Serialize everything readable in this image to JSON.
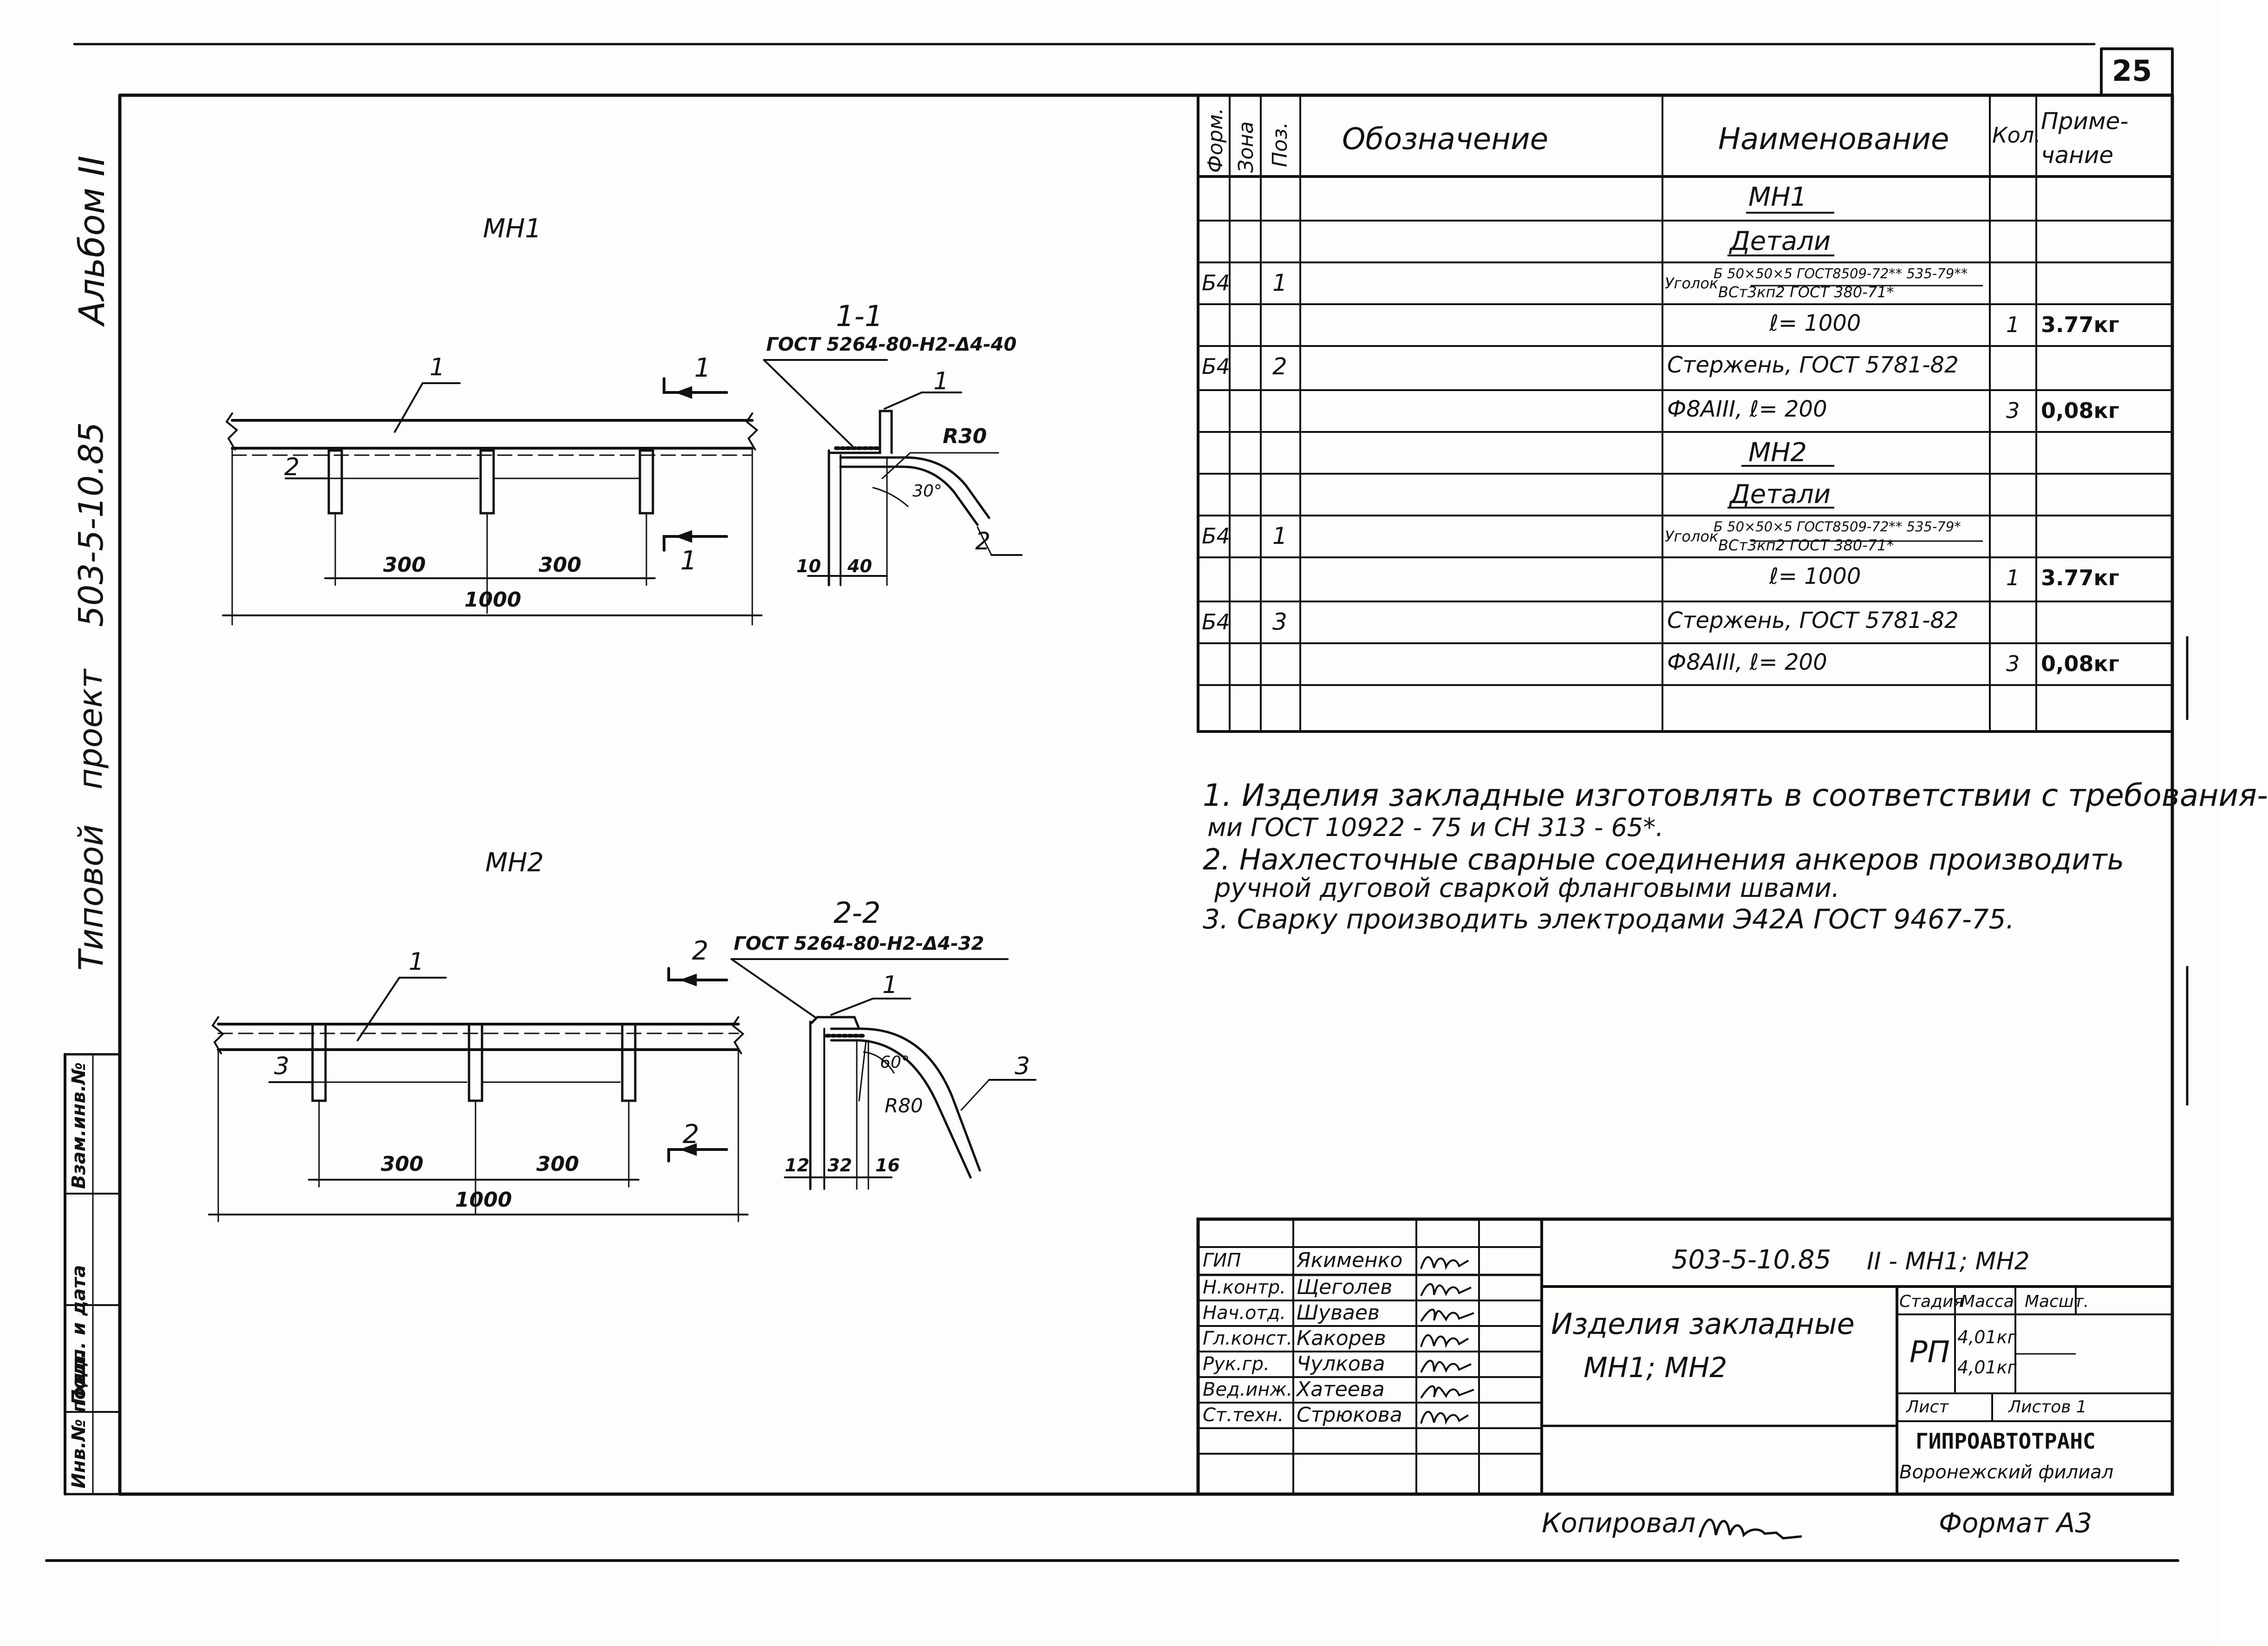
{
  "sheet_number": "25",
  "side": {
    "album": "Альбом II",
    "code": "503-5-10.85",
    "project_type": "Типовой",
    "project_word": "проект"
  },
  "stamp_column": {
    "inv": "Инв.№ подл.",
    "sign_date": "Подп. и дата",
    "replace": "Взам.инв.№"
  },
  "spec": {
    "headers": {
      "format": "Форм.",
      "zone": "Зона",
      "pos": "Поз.",
      "designation": "Обозначение",
      "name": "Наименование",
      "qty": "Кол.",
      "note": "Приме- чание"
    },
    "rows": [
      {
        "format": "",
        "pos": "",
        "name": "МН1",
        "qty": "",
        "note": ""
      },
      {
        "format": "",
        "pos": "",
        "name": "Детали",
        "qty": "",
        "note": ""
      },
      {
        "format": "Б4",
        "pos": "1",
        "name_prefix": "Уголок",
        "name_top": "Б 50×50×5 ГОСТ8509-72** 535-79**",
        "name_bottom": "ВСт3кп2 ГОСТ 380-71*",
        "qty": "",
        "note": ""
      },
      {
        "format": "",
        "pos": "",
        "name": "ℓ= 1000",
        "qty": "1",
        "note": "3.77кг"
      },
      {
        "format": "Б4",
        "pos": "2",
        "name": "Стержень, ГОСТ 5781-82",
        "qty": "",
        "note": ""
      },
      {
        "format": "",
        "pos": "",
        "name": "Ф8АIII, ℓ= 200",
        "qty": "3",
        "note": "0,08кг"
      },
      {
        "format": "",
        "pos": "",
        "name": "МН2",
        "qty": "",
        "note": ""
      },
      {
        "format": "",
        "pos": "",
        "name": "Детали",
        "qty": "",
        "note": ""
      },
      {
        "format": "Б4",
        "pos": "1",
        "name_prefix": "Уголок",
        "name_top": "Б 50×50×5 ГОСТ8509-72** 535-79*",
        "name_bottom": "ВСт3кп2 ГОСТ 380-71*",
        "qty": "",
        "note": ""
      },
      {
        "format": "",
        "pos": "",
        "name": "ℓ= 1000",
        "qty": "1",
        "note": "3.77кг"
      },
      {
        "format": "Б4",
        "pos": "3",
        "name": "Стержень, ГОСТ 5781-82",
        "qty": "",
        "note": ""
      },
      {
        "format": "",
        "pos": "",
        "name": "Ф8АIII, ℓ= 200",
        "qty": "3",
        "note": "0,08кг"
      }
    ]
  },
  "notes": [
    "1. Изделия закладные изготовлять в соответствии с требования-",
    "ми ГОСТ 10922 - 75 и СН 313 - 65*.",
    "2. Нахлесточные сварные соединения анкеров производить",
    "ручной дуговой сваркой фланговыми швами.",
    "3. Сварку производить электродами Э42А ГОСТ 9467-75."
  ],
  "mn1": {
    "title": "МН1",
    "pos_1": "1",
    "pos_2": "2",
    "dim_300a": "300",
    "dim_300b": "300",
    "dim_1000": "1000",
    "cut_mark": "1",
    "section_title": "1-1",
    "weld_spec": "ГОСТ 5264-80-Н2-Δ4-40",
    "sec_pos_1": "1",
    "sec_pos_2": "2",
    "radius": "R30",
    "angle": "30°",
    "dim_10": "10",
    "dim_40": "40"
  },
  "mn2": {
    "title": "МН2",
    "pos_1": "1",
    "pos_3": "3",
    "dim_300a": "300",
    "dim_300b": "300",
    "dim_1000": "1000",
    "cut_mark": "2",
    "section_title": "2-2",
    "weld_spec": "ГОСТ 5264-80-Н2-Δ4-32",
    "sec_pos_1": "1",
    "sec_pos_3": "3",
    "radius": "R80",
    "angle": "60°",
    "dim_12": "12",
    "dim_32": "32",
    "dim_16": "16"
  },
  "title_block": {
    "roles": [
      {
        "role": "ГИП",
        "name": "Якименко"
      },
      {
        "role": "Н.контр.",
        "name": "Щеголев"
      },
      {
        "role": "Нач.отд.",
        "name": "Шуваев"
      },
      {
        "role": "Гл.конст.",
        "name": "Какорев"
      },
      {
        "role": "Рук.гр.",
        "name": "Чулкова"
      },
      {
        "role": "Вед.инж.",
        "name": "Хатеева"
      },
      {
        "role": "Ст.техн.",
        "name": "Стрюкова"
      }
    ],
    "doc_code": "503-5-10.85",
    "doc_suffix": "II - МН1; МН2",
    "item_name_1": "Изделия закладные",
    "item_name_2": "МН1; МН2",
    "stage_label": "Стадия",
    "mass_label": "Масса",
    "scale_label": "Масшт.",
    "stage": "РП",
    "mass_1": "4,01кг",
    "mass_2": "4,01кг",
    "sheet_label": "Лист",
    "sheets_label": "Листов 1",
    "org": "ГИПРОАВТОТРАНС",
    "branch": "Воронежский филиал"
  },
  "footer": {
    "copied": "Копировал",
    "format": "Формат А3"
  }
}
